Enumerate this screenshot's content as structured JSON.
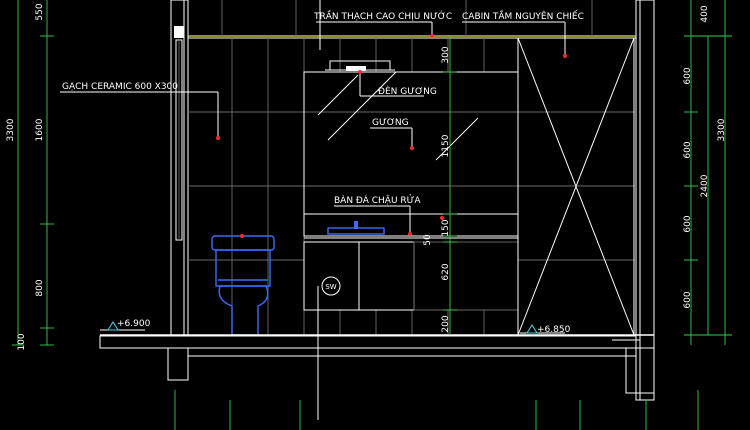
{
  "labels": {
    "ceiling": "TRẦN THẠCH CAO CHỊU NƯỚC",
    "cabin": "CABIN TẮM NGUYÊN CHIẾC",
    "ceramic": "GẠCH CERAMIC 600 X300",
    "mirror_light": "ĐÈN GƯƠNG",
    "mirror": "GƯƠNG",
    "counter": "BÀN ĐÁ CHẬU RỬA",
    "switch": "SW"
  },
  "levels": {
    "left": "+6.900",
    "right": "+6.850"
  },
  "dimensions": {
    "left_outer": [
      "550",
      "1600",
      "800",
      "100"
    ],
    "left_total": "3300",
    "right_outer": [
      "400",
      "600",
      "600",
      "600",
      "600"
    ],
    "right_mid": "2400",
    "right_total": "3300",
    "center_vertical": [
      "300",
      "1150",
      "50",
      "150",
      "620",
      "200"
    ]
  },
  "colors": {
    "background": "#000000",
    "line": "#ffffff",
    "dimension": "#2fd24a",
    "wall": "#e8e04a",
    "leader_dot": "#ff2a2a",
    "fixture": "#3a6cff"
  }
}
